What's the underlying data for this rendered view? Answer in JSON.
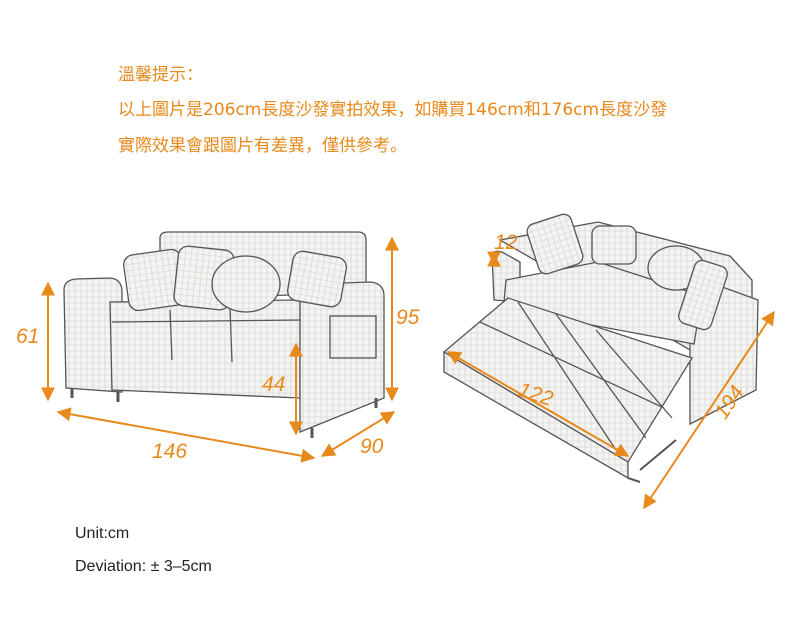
{
  "notice": {
    "heading": "溫馨提示：",
    "line1": "以上圖片是206cm長度沙發實拍效果，如購買146cm和176cm長度沙發",
    "line2": "實際效果會跟圖片有差異，僅供參考。"
  },
  "dimensions": {
    "height_arm": "61",
    "height_back": "95",
    "seat_height": "44",
    "length": "146",
    "depth": "90",
    "cushion_thickness": "12",
    "bed_width": "122",
    "bed_length": "194"
  },
  "specs": {
    "unit": "Unit:cm",
    "deviation": "Deviation: ± 3–5cm"
  },
  "colors": {
    "accent": "#e8891c",
    "sketch": "#555555"
  }
}
